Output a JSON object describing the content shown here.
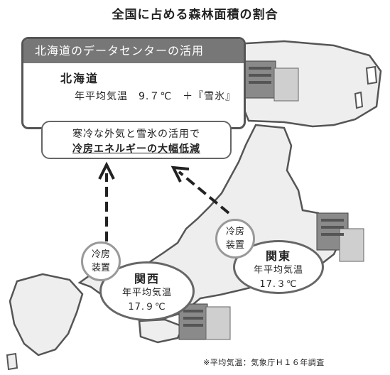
{
  "title": "全国に占める森林面積の割合",
  "hokkaido": {
    "header": "北海道のデータセンターの活用",
    "region": "北海道",
    "temp_line": "年平均気温　9.７℃　＋『雪氷』"
  },
  "callout": {
    "line1": "寒冷な外気と雪氷の活用で",
    "line2": "冷房エネルギーの大幅低減"
  },
  "kanto": {
    "cooler_line1": "冷房",
    "cooler_line2": "装置",
    "region": "関東",
    "temp_label": "年平均気温",
    "temp_value": "17.３℃"
  },
  "kansai": {
    "cooler_line1": "冷房",
    "cooler_line2": "装置",
    "region": "関西",
    "temp_label": "年平均気温",
    "temp_value": "17.９℃"
  },
  "footnote": "※平均気温：気象庁Ｈ１６年調査"
}
